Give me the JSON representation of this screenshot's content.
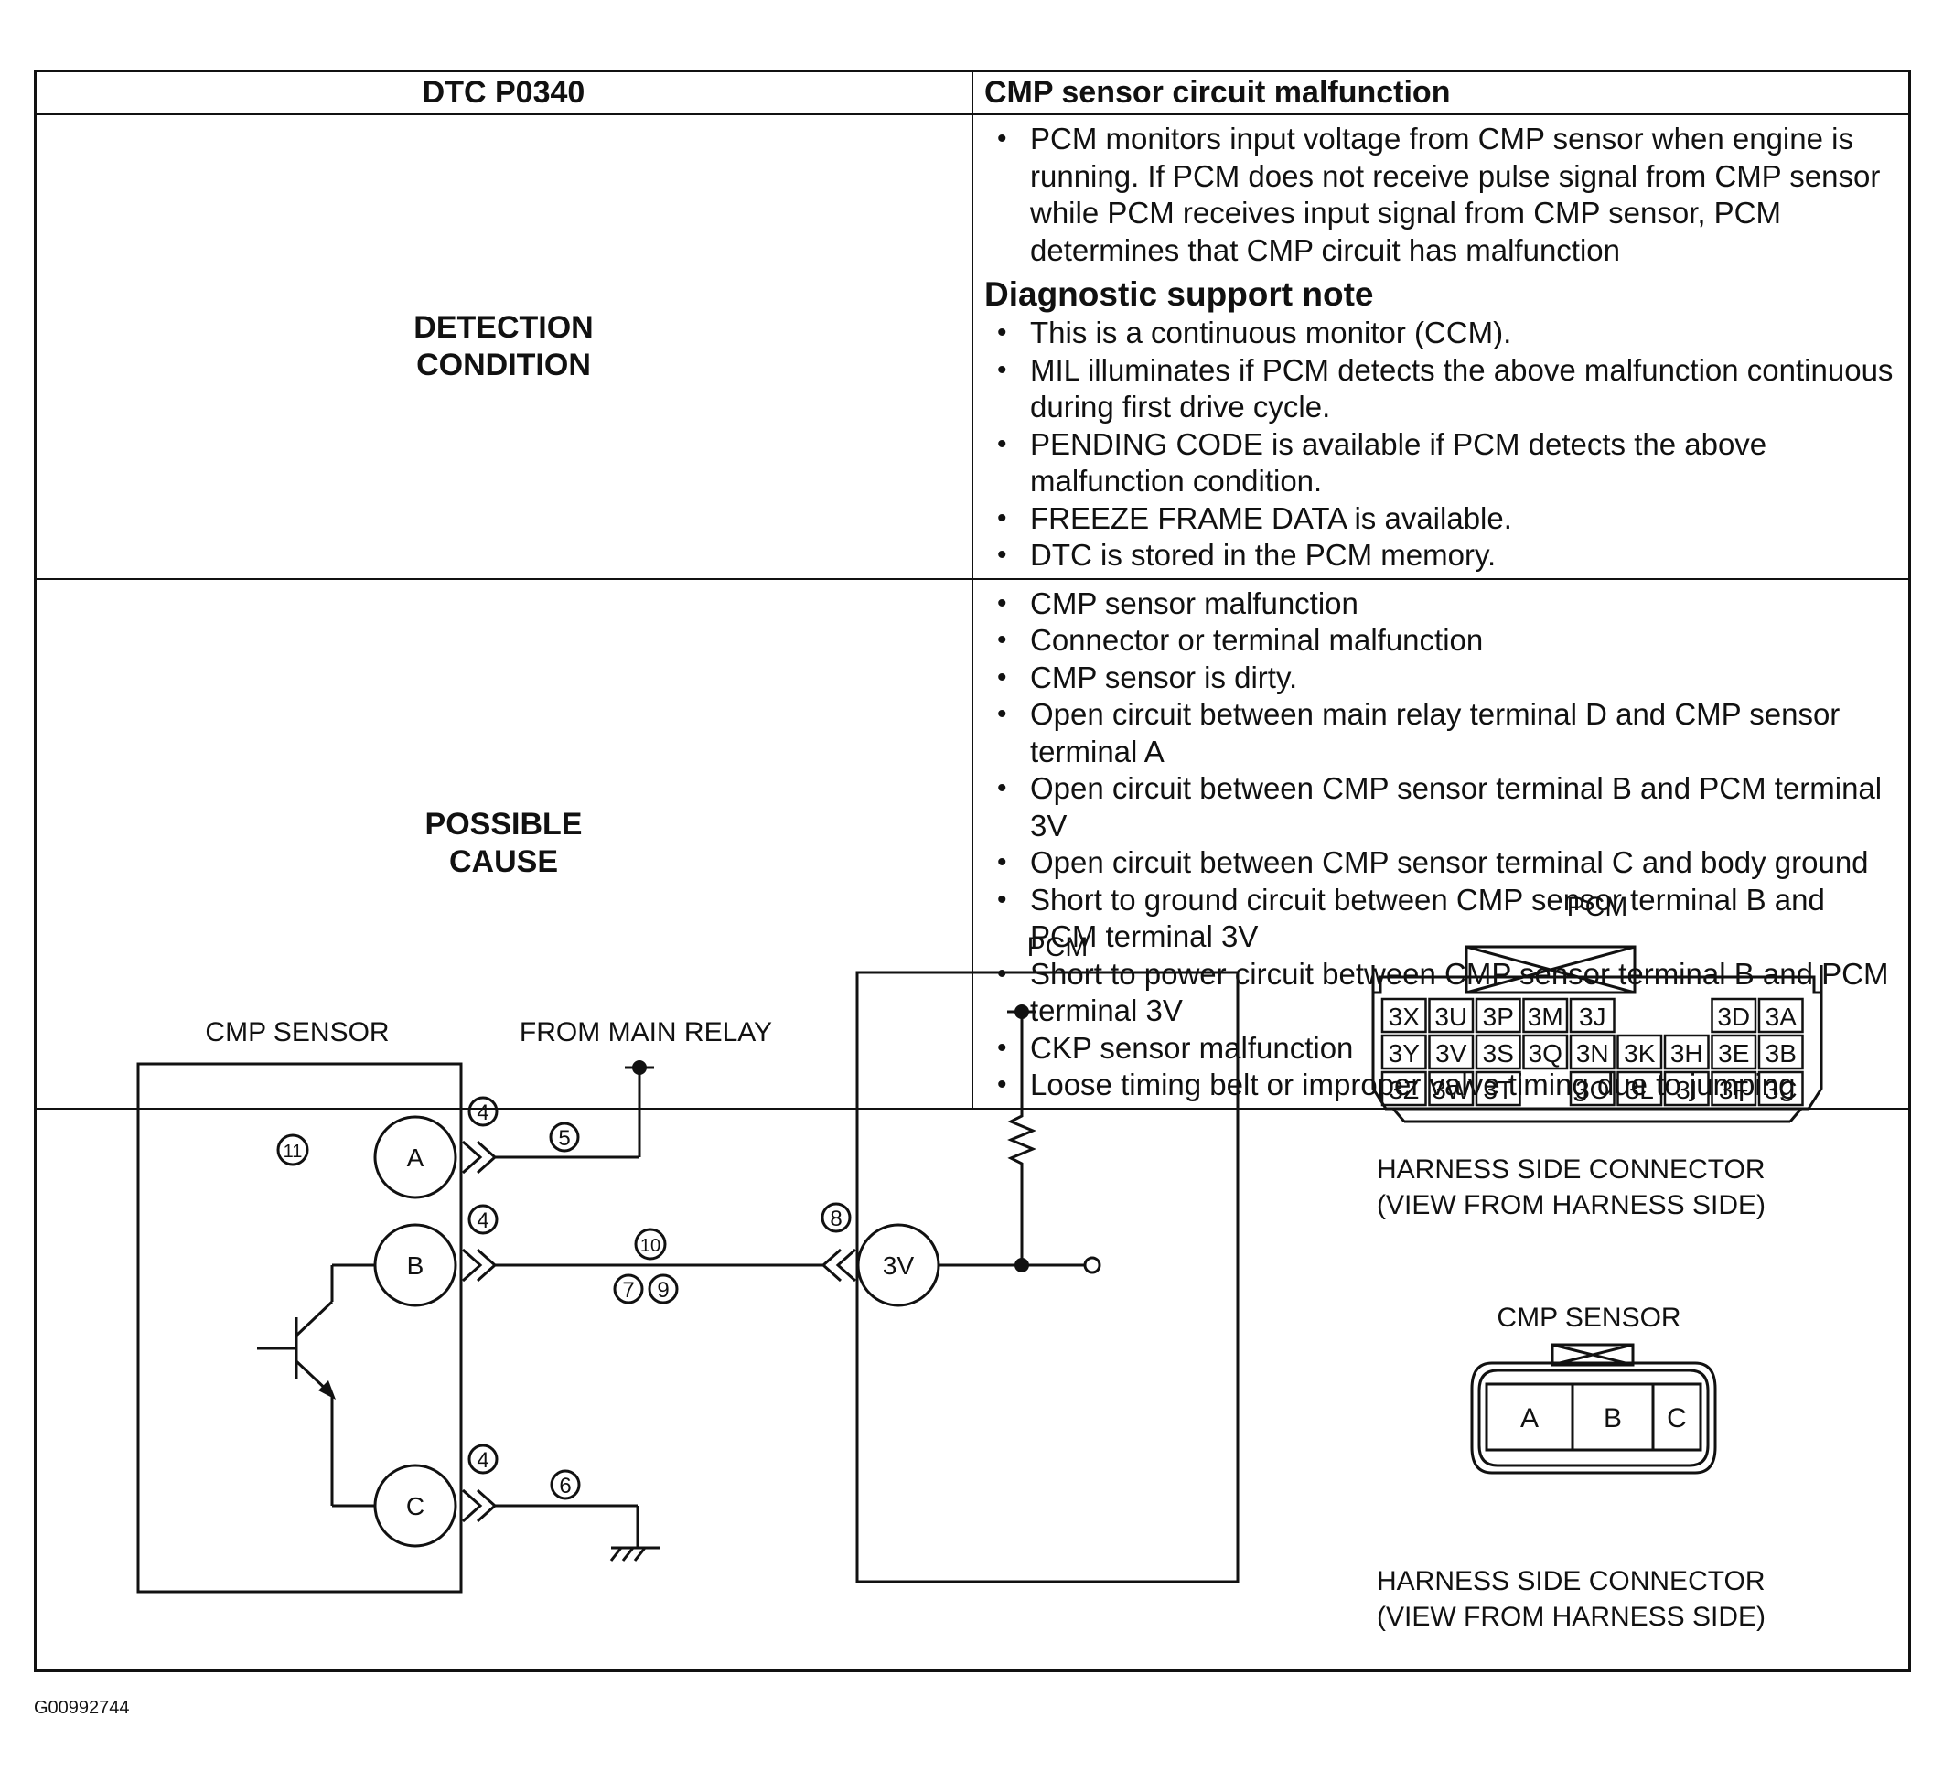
{
  "dtc": {
    "code": "DTC P0340",
    "title": "CMP sensor circuit malfunction"
  },
  "detection": {
    "label_line1": "DETECTION",
    "label_line2": "CONDITION",
    "items": [
      "PCM monitors input voltage from CMP sensor when engine is running. If PCM does not receive pulse signal from CMP sensor while PCM receives input signal from CMP sensor, PCM determines that CMP circuit has malfunction"
    ],
    "support_heading": "Diagnostic support note",
    "support_items": [
      "This is a continuous monitor (CCM).",
      "MIL illuminates if PCM detects the above malfunction continuous during first drive cycle.",
      "PENDING CODE is available if PCM detects the above malfunction condition.",
      "FREEZE FRAME DATA is available.",
      "DTC is stored in the PCM memory."
    ]
  },
  "cause": {
    "label_line1": "POSSIBLE",
    "label_line2": "CAUSE",
    "items": [
      "CMP sensor malfunction",
      "Connector or terminal malfunction",
      "CMP sensor is dirty.",
      "Open circuit between main relay terminal D and CMP sensor terminal A",
      "Open circuit between CMP sensor terminal B and PCM terminal 3V",
      "Open circuit between CMP sensor terminal C and body ground",
      "Short to ground circuit between CMP sensor terminal B and PCM terminal 3V",
      "Short to power circuit between CMP sensor terminal B and PCM terminal 3V",
      "CKP sensor malfunction",
      "Loose timing belt or improper valve timing due to jumping"
    ]
  },
  "schematic": {
    "cmp_sensor_label": "CMP SENSOR",
    "main_relay_label": "FROM MAIN RELAY",
    "pcm_label": "PCM",
    "terminal_a": "A",
    "terminal_b": "B",
    "terminal_c": "C",
    "pcm_terminal": "3V",
    "callout_4": "4",
    "callout_5": "5",
    "callout_6": "6",
    "callout_7": "7",
    "callout_8": "8",
    "callout_9": "9",
    "callout_10": "10",
    "callout_11": "11"
  },
  "pcm_connector": {
    "title": "PCM",
    "rows": [
      [
        "3X",
        "3U",
        "3P",
        "3M",
        "3J",
        "",
        "3D",
        "3A"
      ],
      [
        "3Y",
        "3V",
        "3S",
        "3Q",
        "3N",
        "3K",
        "3H",
        "3E",
        "3B"
      ],
      [
        "3Z",
        "3W",
        "3T",
        "",
        "3O",
        "3L",
        "3I",
        "3F",
        "3C"
      ]
    ],
    "caption_line1": "HARNESS SIDE CONNECTOR",
    "caption_line2": "(VIEW FROM HARNESS SIDE)"
  },
  "cmp_connector": {
    "title": "CMP SENSOR",
    "pins": [
      "A",
      "B",
      "C"
    ],
    "caption_line1": "HARNESS SIDE CONNECTOR",
    "caption_line2": "(VIEW FROM HARNESS SIDE)"
  },
  "figure_code": "G00992744"
}
